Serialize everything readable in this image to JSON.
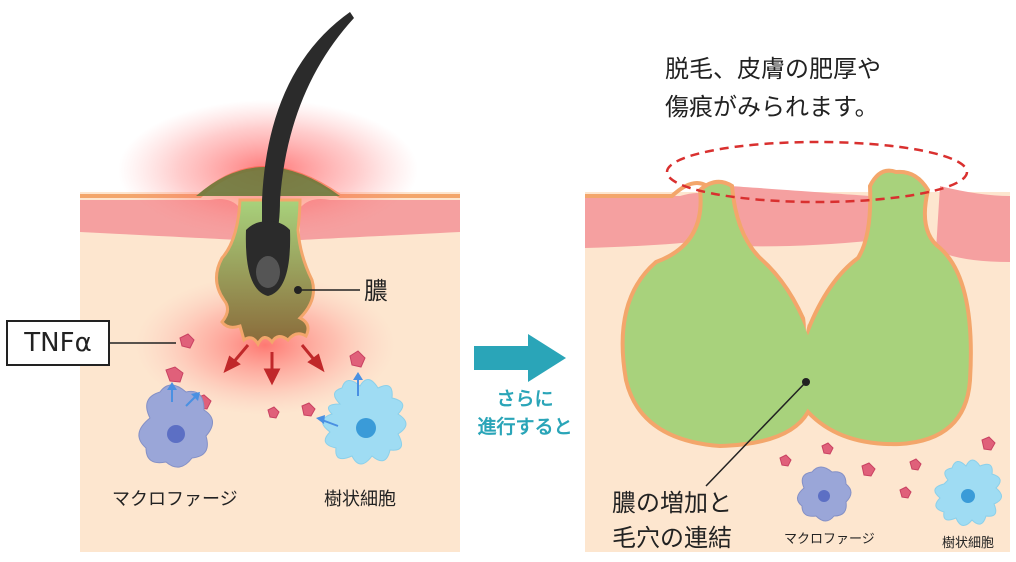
{
  "left_panel": {
    "pus_label": "膿",
    "tnf_label": "TNFα",
    "macrophage_label": "マクロファージ",
    "dendritic_label": "樹状細胞"
  },
  "transition": {
    "line1": "さらに",
    "line2": "進行すると"
  },
  "right_panel": {
    "note_line1": "脱毛、皮膚の肥厚や",
    "note_line2": "傷痕がみられます。",
    "pus_join_line1": "膿の増加と",
    "pus_join_line2": "毛穴の連結",
    "macrophage_label": "マクロファージ",
    "dendritic_label": "樹状細胞"
  },
  "colors": {
    "dermis": "#fde6cf",
    "epidermis": "#f5a0a0",
    "skin_outline": "#f3a66b",
    "pus": "#a8d27c",
    "hair": "#2b2b2b",
    "inflammation": "#ff5a5a",
    "macrophage": "#9aa6d8",
    "dendritic": "#9fdcf3",
    "arrow": "#2aa5b8",
    "tnf_particle": "#e0607a"
  }
}
